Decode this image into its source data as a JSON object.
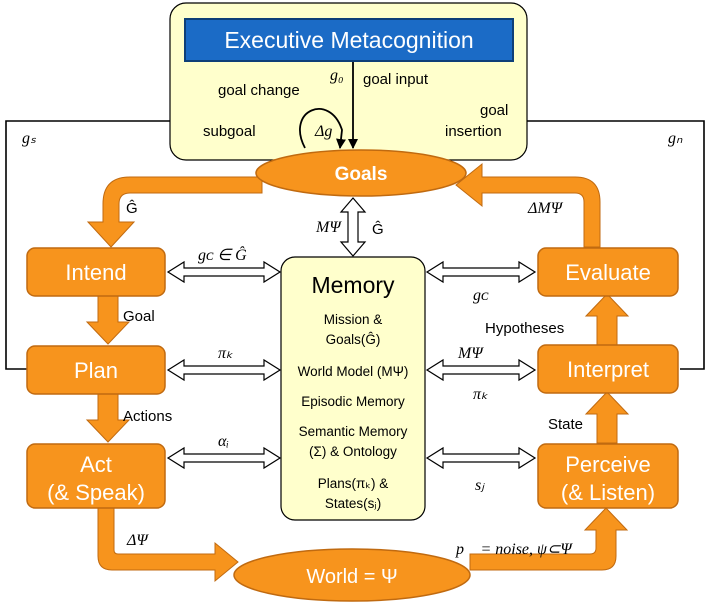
{
  "executive": {
    "title": "Executive Metacognition"
  },
  "labels": {
    "g0": "g₀",
    "goal_input": "goal input",
    "goal_change": "goal change",
    "delta_g": "Δg",
    "subgoal": "subgoal",
    "goal_insertion_1": "goal",
    "goal_insertion_2": "insertion",
    "gs": "gₛ",
    "gn": "gₙ",
    "g_hat_left": "Ĝ",
    "delta_m": "ΔMΨ",
    "m_psi_top": "MΨ",
    "g_hat_top": "Ĝ",
    "gc_in_g": "gᴄ ∈ Ĝ",
    "gc_right": "gᴄ",
    "goal": "Goal",
    "hypotheses": "Hypotheses",
    "pi_k_left": "πₖ",
    "m_psi_right": "MΨ",
    "pi_k_right": "πₖ",
    "actions": "Actions",
    "state": "State",
    "alpha_i": "αᵢ",
    "s_j": "sⱼ",
    "delta_psi": "ΔΨ",
    "noise": "p⃗ = noise, ψ⊂Ψ"
  },
  "goals": "Goals",
  "world": "World = Ψ",
  "boxes": {
    "intend": "Intend",
    "plan": "Plan",
    "act_1": "Act",
    "act_2": "(& Speak)",
    "evaluate": "Evaluate",
    "interpret": "Interpret",
    "perceive_1": "Perceive",
    "perceive_2": "(& Listen)"
  },
  "memory": {
    "title": "Memory",
    "items": [
      "Mission &",
      "Goals(Ĝ)",
      "World Model (MΨ)",
      "Episodic Memory",
      "Semantic Memory",
      "(Σ) & Ontology",
      "Plans(πₖ) &",
      "States(sⱼ)"
    ]
  },
  "colors": {
    "orange": "#F7941D",
    "orange_dark": "#C06A10",
    "blue": "#1B6BC6",
    "cream": "#FFFFCC"
  }
}
